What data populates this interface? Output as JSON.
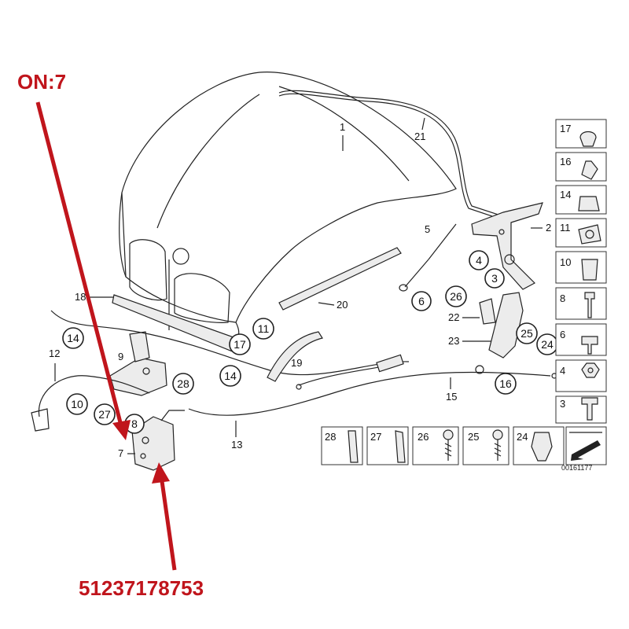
{
  "annotation": {
    "top_text": "ON:7",
    "bottom_text": "51237178753",
    "color": "#c0151c"
  },
  "diagram_code": "00161177",
  "labels": {
    "l1": "1",
    "l2": "2",
    "l5": "5",
    "l7": "7",
    "l9": "9",
    "l12": "12",
    "l13": "13",
    "l15": "15",
    "l18": "18",
    "l19": "19",
    "l20": "20",
    "l21": "21",
    "l22": "22",
    "l23": "23"
  },
  "callouts": {
    "c3": "3",
    "c4": "4",
    "c6": "6",
    "c8": "8",
    "c10": "10",
    "c11": "11",
    "c14a": "14",
    "c14b": "14",
    "c16": "16",
    "c17": "17",
    "c24": "24",
    "c25": "25",
    "c26": "26",
    "c27": "27",
    "c28": "28"
  },
  "parts_column": [
    "17",
    "16",
    "14",
    "11",
    "10",
    "8",
    "6",
    "4",
    "3"
  ],
  "parts_row": [
    "28",
    "27",
    "26",
    "25",
    "24"
  ]
}
